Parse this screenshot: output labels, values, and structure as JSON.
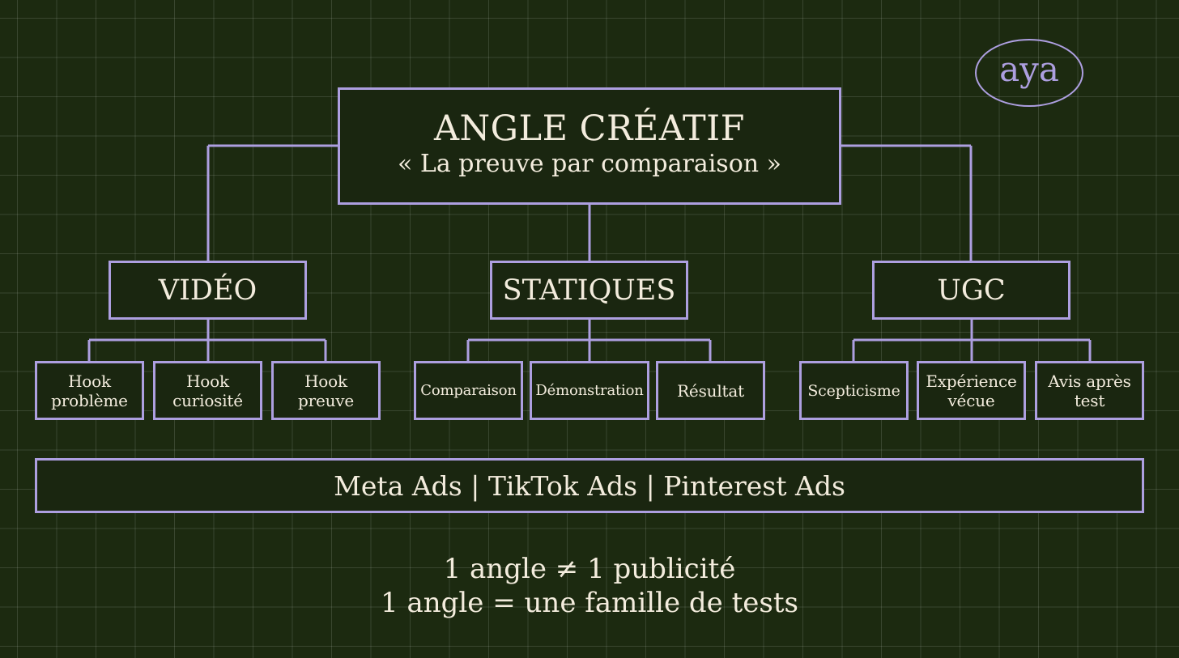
{
  "logo": {
    "text": "aya"
  },
  "root": {
    "title": "ANGLE CRÉATIF",
    "subtitle": "« La preuve par comparaison »"
  },
  "categories": [
    {
      "label": "VIDÉO",
      "children": [
        "Hook\nproblème",
        "Hook\ncuriosité",
        "Hook\npreuve"
      ]
    },
    {
      "label": "STATIQUES",
      "children": [
        "Comparaison",
        "Démonstration",
        "Résultat"
      ]
    },
    {
      "label": "UGC",
      "children": [
        "Scepticisme",
        "Expérience\nvécue",
        "Avis après\ntest"
      ]
    }
  ],
  "platforms": "Meta Ads | TikTok Ads | Pinterest Ads",
  "tagline": [
    "1 angle ≠ 1 publicité",
    "1 angle = une famille de tests"
  ],
  "colors": {
    "background": "#1c2a10",
    "accent": "#ad9fe0",
    "text": "#f3ecdd"
  }
}
